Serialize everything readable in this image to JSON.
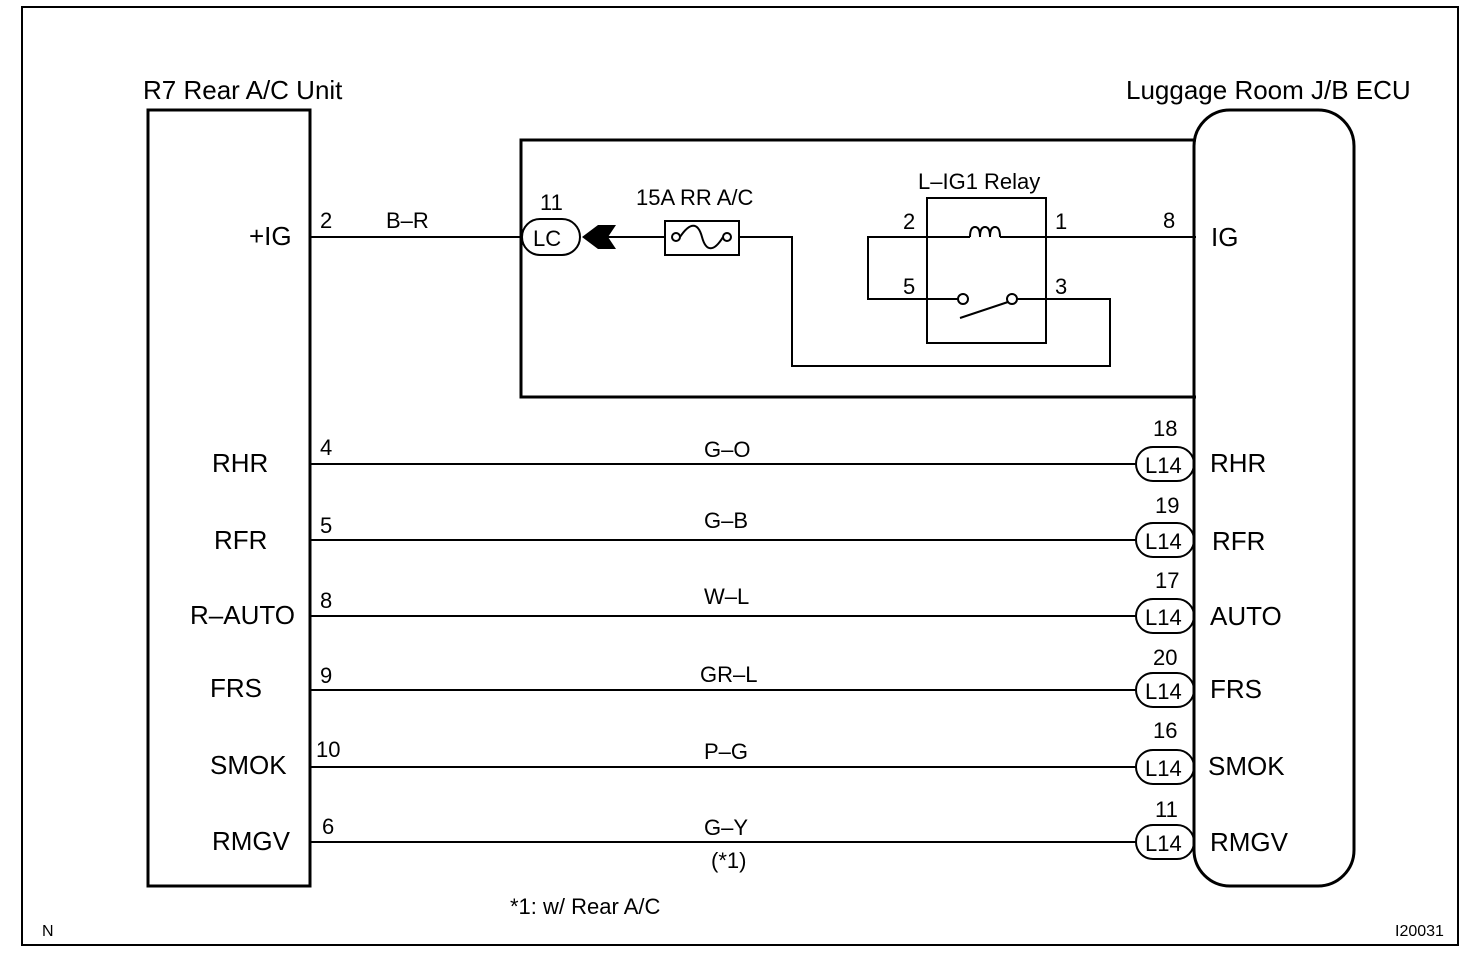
{
  "left_unit": {
    "title": "R7 Rear A/C Unit",
    "ig_label": "+IG",
    "ig_pin": "2",
    "terminals": [
      {
        "label": "RHR",
        "pin": "4"
      },
      {
        "label": "RFR",
        "pin": "5"
      },
      {
        "label": "R–AUTO",
        "pin": "8"
      },
      {
        "label": "FRS",
        "pin": "9"
      },
      {
        "label": "SMOK",
        "pin": "10"
      },
      {
        "label": "RMGV",
        "pin": "6"
      }
    ]
  },
  "right_unit": {
    "title": "Luggage Room J/B ECU",
    "ig_label": "IG",
    "ig_pin": "8",
    "terminals": [
      {
        "label": "RHR",
        "pin": "18",
        "connector": "L14"
      },
      {
        "label": "RFR",
        "pin": "19",
        "connector": "L14"
      },
      {
        "label": "AUTO",
        "pin": "17",
        "connector": "L14"
      },
      {
        "label": "FRS",
        "pin": "20",
        "connector": "L14"
      },
      {
        "label": "SMOK",
        "pin": "16",
        "connector": "L14"
      },
      {
        "label": "RMGV",
        "pin": "11",
        "connector": "L14"
      }
    ]
  },
  "ig_wire": {
    "color": "B–R",
    "connector": "LC",
    "connector_pin": "11"
  },
  "fuse": {
    "label": "15A RR A/C"
  },
  "relay": {
    "label": "L–IG1 Relay",
    "pin_2": "2",
    "pin_1": "1",
    "pin_5": "5",
    "pin_3": "3"
  },
  "wires": [
    {
      "color": "G–O"
    },
    {
      "color": "G–B"
    },
    {
      "color": "W–L"
    },
    {
      "color": "GR–L"
    },
    {
      "color": "P–G"
    },
    {
      "color": "G–Y",
      "note": "(*1)"
    }
  ],
  "footnote": "*1: w/ Rear A/C",
  "corner_left": "N",
  "corner_right": "I20031"
}
